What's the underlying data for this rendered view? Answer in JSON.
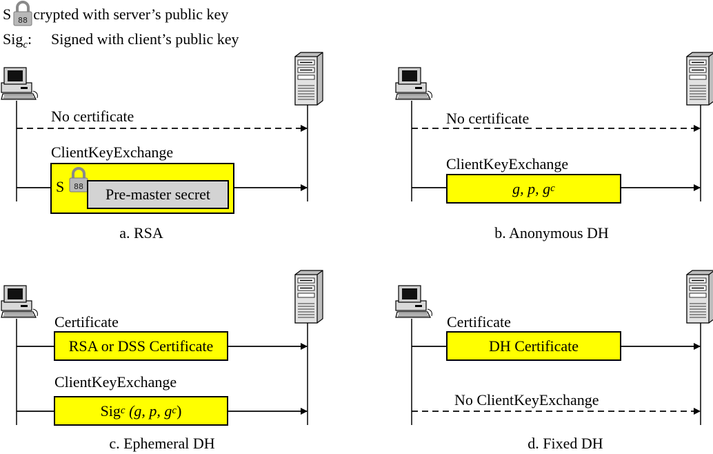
{
  "legend": {
    "encrypted_prefix": "S",
    "encrypted_text": "crypted with server’s public key",
    "signed_prefix": "Sig",
    "signed_sub": "c",
    "signed_colon": ":",
    "signed_text": "Signed with client’s public key"
  },
  "panels": {
    "a": {
      "caption": "a. RSA",
      "msg1": "No certificate",
      "msg2": "ClientKeyExchange",
      "box_prefix": "S",
      "inner": "Pre-master secret"
    },
    "b": {
      "caption": "b. Anonymous DH",
      "msg1": "No certificate",
      "msg2": "ClientKeyExchange",
      "box": "g, p, g",
      "box_sup": "c"
    },
    "c": {
      "caption": "c. Ephemeral DH",
      "msg1": "Certificate",
      "box1": "RSA or DSS Certificate",
      "msg2": "ClientKeyExchange",
      "box2_prefix": "Sig",
      "box2_sub": "c",
      "box2_args": "(g, p, g",
      "box2_sup": "c",
      "box2_close": ")"
    },
    "d": {
      "caption": "d. Fixed DH",
      "msg1": "Certificate",
      "box1": "DH Certificate",
      "msg2": "No ClientKeyExchange"
    }
  },
  "colors": {
    "box_fill": "#ffff00",
    "inner_fill": "#d3d3d3",
    "line": "#000000"
  },
  "icons": [
    "client-computer-icon",
    "server-tower-icon",
    "padlock-icon"
  ]
}
